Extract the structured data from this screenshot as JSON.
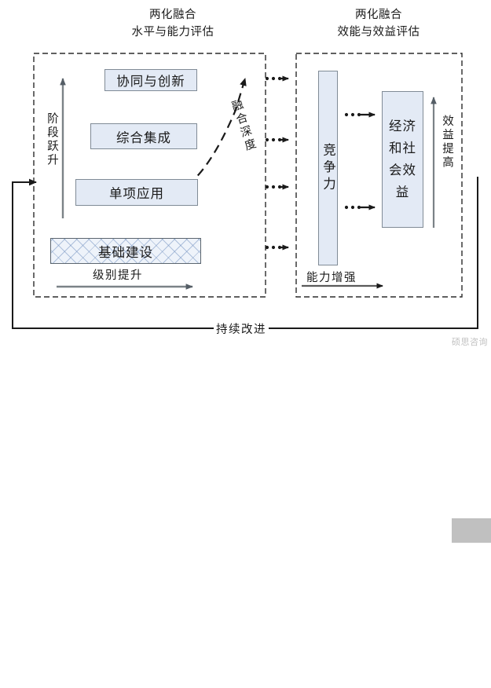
{
  "diagram": {
    "left_panel": {
      "title_line1": "两化融合",
      "title_line2": "水平与能力评估",
      "y_axis_label": "阶段跃升",
      "x_axis_label": "级别提升",
      "depth_label": "融合深度",
      "levels": [
        {
          "label": "协同与创新"
        },
        {
          "label": "综合集成"
        },
        {
          "label": "单项应用"
        },
        {
          "label": "基础建设"
        }
      ]
    },
    "right_panel": {
      "title_line1": "两化融合",
      "title_line2": "效能与效益评估",
      "capability_box": "竞争力",
      "benefit_box": "经济和社会效益",
      "benefit_axis_label": "效益提高",
      "capability_axis_label": "能力增强"
    },
    "feedback_label": "持续改进",
    "watermark": "硕思咨询",
    "colors": {
      "box_fill": "#e3eaf5",
      "box_stroke": "#808b96",
      "panel_border": "#2b2b2b",
      "arrow": "#1a1a1a",
      "axis": "#5a5a5a"
    }
  }
}
